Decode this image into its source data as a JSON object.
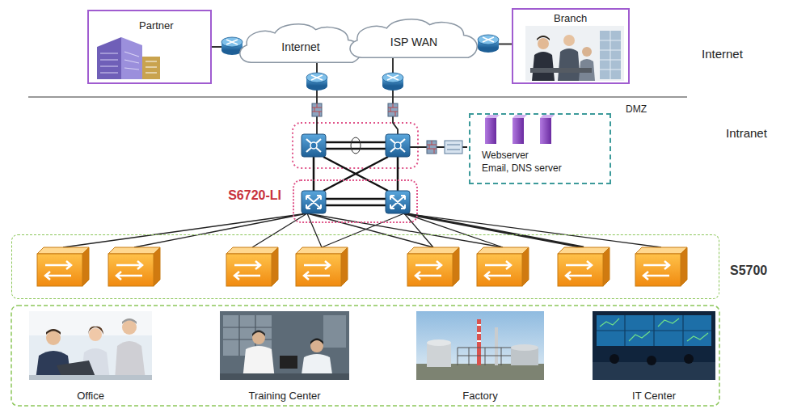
{
  "diagram": {
    "nodes": [
      {
        "text": [
          "Partner"
        ]
      },
      {
        "text": [
          "Internet"
        ]
      },
      {
        "text": [
          "ISP WAN"
        ]
      },
      {
        "text": [
          "Branch"
        ]
      },
      {
        "text": [
          "DMZ",
          "Webserver",
          "Email, DNS server"
        ]
      },
      {
        "text": [
          "S6720-LI"
        ]
      },
      {
        "text": [
          "S5700"
        ]
      },
      {
        "text": [
          "Office"
        ]
      },
      {
        "text": [
          "Training Center"
        ]
      },
      {
        "text": [
          "Factory"
        ]
      },
      {
        "text": [
          "IT Center"
        ]
      }
    ],
    "edges": [
      {
        "from": 0,
        "to": 1,
        "arrow": "none"
      },
      {
        "from": 2,
        "to": 3,
        "arrow": "none"
      }
    ],
    "labels": [
      "Internet",
      "Intranet"
    ]
  }
}
